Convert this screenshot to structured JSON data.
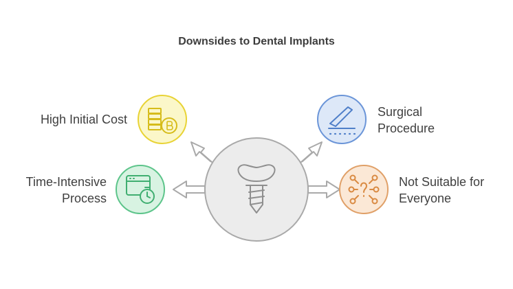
{
  "title": "Downsides to Dental Implants",
  "items": [
    {
      "id": "high-initial-cost",
      "lines": [
        "High Initial Cost"
      ],
      "icon": "bitcoin-coins-icon",
      "color": "#e8d335"
    },
    {
      "id": "surgical-procedure",
      "lines": [
        "Surgical",
        "Procedure"
      ],
      "icon": "scalpel-icon",
      "color": "#6b95d8"
    },
    {
      "id": "time-intensive-process",
      "lines": [
        "Time-Intensive",
        "Process"
      ],
      "icon": "browser-timer-icon",
      "color": "#5cc48a"
    },
    {
      "id": "not-suitable-for-everyone",
      "lines": [
        "Not Suitable for",
        "Everyone"
      ],
      "icon": "question-network-icon",
      "color": "#e0a068"
    }
  ],
  "center_icon": "dental-implant-icon"
}
